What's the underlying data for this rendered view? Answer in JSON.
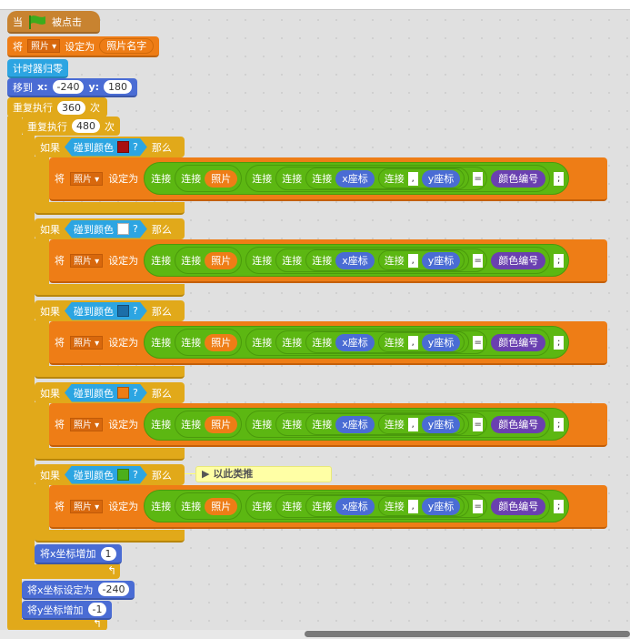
{
  "hat": {
    "when": "当",
    "clicked": "被点击"
  },
  "set_photo": {
    "set": "将",
    "var": "照片",
    "to": "设定为",
    "value": "照片名字"
  },
  "reset_timer": "计时器归零",
  "goto": {
    "label": "移到",
    "x_label": "x:",
    "x": "-240",
    "y_label": "y:",
    "y": "180"
  },
  "repeat_outer": {
    "label": "重复执行",
    "count": "360",
    "times": "次"
  },
  "repeat_inner": {
    "label": "重复执行",
    "count": "480",
    "times": "次"
  },
  "if_blocks": [
    {
      "if": "如果",
      "touch": "碰到颜色",
      "q": "?",
      "then": "那么",
      "color": "#a80f0f"
    },
    {
      "if": "如果",
      "touch": "碰到颜色",
      "q": "?",
      "then": "那么",
      "color": "#ffffff"
    },
    {
      "if": "如果",
      "touch": "碰到颜色",
      "q": "?",
      "then": "那么",
      "color": "#1c6ea8"
    },
    {
      "if": "如果",
      "touch": "碰到颜色",
      "q": "?",
      "then": "那么",
      "color": "#ee7d16"
    },
    {
      "if": "如果",
      "touch": "碰到颜色",
      "q": "?",
      "then": "那么",
      "color": "#4caf1a"
    }
  ],
  "inner_set": {
    "set": "将",
    "var": "照片",
    "to": "设定为",
    "join": "连接",
    "photo": "照片",
    "xpos": "x座标",
    "comma": ",",
    "ypos": "y座标",
    "eq": "=",
    "colorcode": "颜色编号",
    "semi": ";"
  },
  "comment": "以此类推",
  "change_x": {
    "label": "将x坐标增加",
    "value": "1"
  },
  "set_x": {
    "label": "将x坐标设定为",
    "value": "-240"
  },
  "change_y": {
    "label": "将y坐标增加",
    "value": "-1"
  }
}
